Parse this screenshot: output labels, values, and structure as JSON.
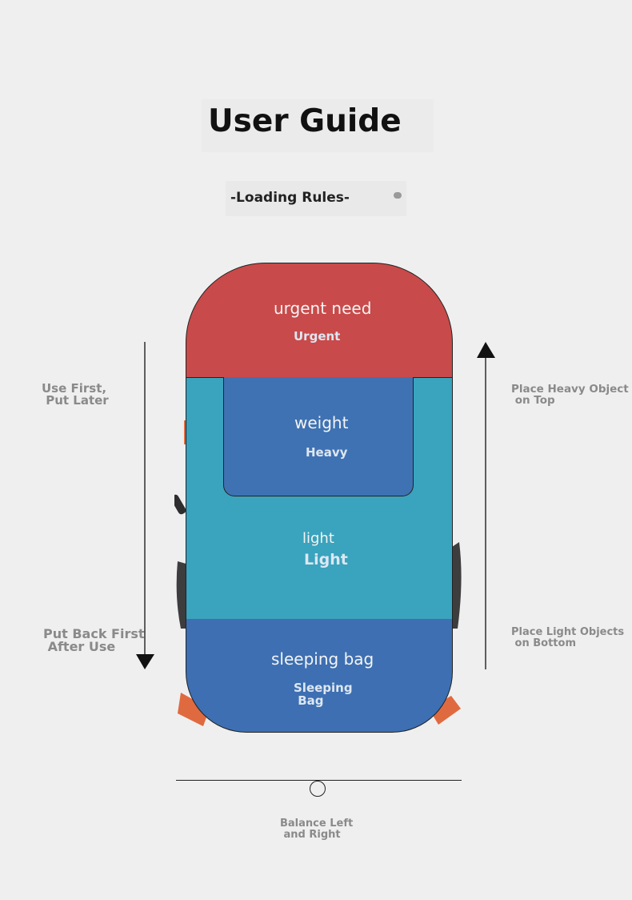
{
  "header": {
    "title": "User Guide",
    "subtitle": "-Loading Rules-"
  },
  "left_labels": {
    "top": "Use First,\n Put Later",
    "bottom": "Put Back First\n After Use"
  },
  "right_labels": {
    "top": "Place Heavy Object\n on Top",
    "bottom": "Place Light Objects\n on Bottom"
  },
  "zones": {
    "urgent": {
      "script": "urgent need",
      "label": "Urgent",
      "color": "#c94a4a"
    },
    "heavy": {
      "script": "weight",
      "label": "Heavy",
      "color": "#3f72b3"
    },
    "light": {
      "script": "light",
      "label": "Light",
      "color": "#3aa3bd"
    },
    "sleeping": {
      "script": "sleeping bag",
      "label": "Sleeping\n Bag",
      "color": "#3d6fb2"
    }
  },
  "balance": {
    "label": "Balance Left\n and Right"
  },
  "icons": [
    "arrow-down-icon",
    "arrow-up-icon",
    "balance-circle-icon"
  ]
}
